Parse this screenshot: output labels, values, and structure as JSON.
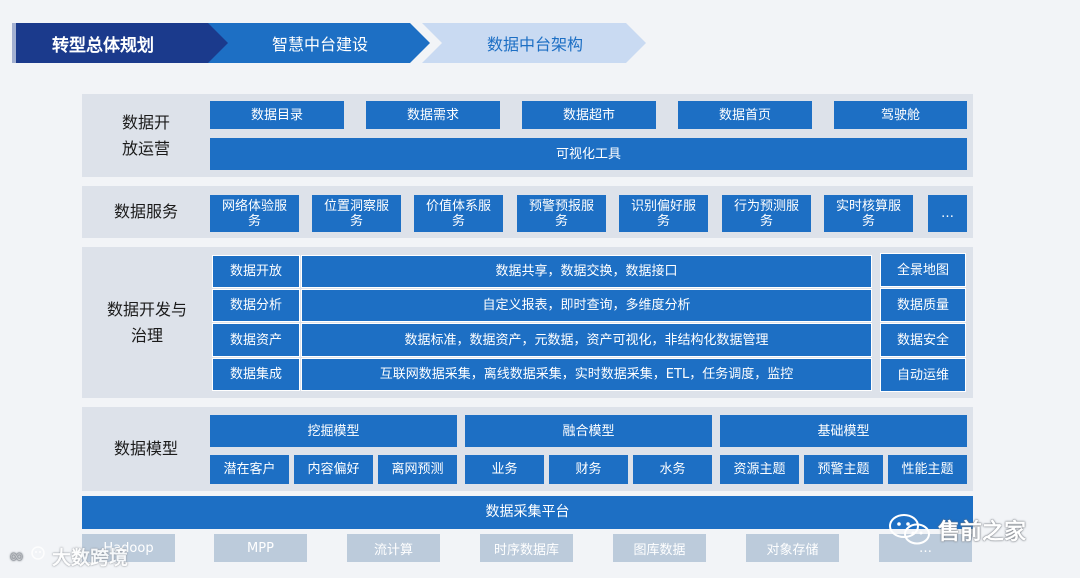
{
  "breadcrumb": {
    "steps": [
      "转型总体规划",
      "智慧中台建设",
      "数据中台架构"
    ],
    "colors": {
      "active": "#1b3a8c",
      "mid": "#1d6fc4",
      "light": "#c9daf2"
    }
  },
  "operations": {
    "label": "数据开\n放运营",
    "items": [
      "数据目录",
      "数据需求",
      "数据超市",
      "数据首页",
      "驾驶舱"
    ],
    "bar": "可视化工具"
  },
  "services": {
    "label": "数据服务",
    "items": [
      "网络体验服\n务",
      "位置洞察服\n务",
      "价值体系服\n务",
      "预警预报服\n务",
      "识别偏好服\n务",
      "行为预测服\n务",
      "实时核算服\n务",
      "…"
    ]
  },
  "governance": {
    "label": "数据开发与\n治理",
    "rows": [
      {
        "name": "数据开放",
        "desc": "数据共享，数据交换，数据接口"
      },
      {
        "name": "数据分析",
        "desc": "自定义报表，即时查询，多维度分析"
      },
      {
        "name": "数据资产",
        "desc": "数据标准，数据资产，元数据，资产可视化，非结构化数据管理"
      },
      {
        "name": "数据集成",
        "desc": "互联网数据采集，离线数据采集，实时数据采集，ETL，任务调度，监控"
      }
    ],
    "side": [
      "全景地图",
      "数据质量",
      "数据安全",
      "自动运维"
    ]
  },
  "models": {
    "label": "数据模型",
    "groups": [
      {
        "title": "挖掘模型",
        "items": [
          "潜在客户",
          "内容偏好",
          "离网预测"
        ]
      },
      {
        "title": "融合模型",
        "items": [
          "业务",
          "财务",
          "水务"
        ]
      },
      {
        "title": "基础模型",
        "items": [
          "资源主题",
          "预警主题",
          "性能主题"
        ]
      }
    ]
  },
  "collection": {
    "bar": "数据采集平台"
  },
  "storage": {
    "items": [
      "Hadoop",
      "MPP",
      "流计算",
      "时序数据库",
      "图库数据",
      "对象存储",
      "…"
    ]
  },
  "watermarks": {
    "left": "大数跨境",
    "right": "售前之家"
  }
}
